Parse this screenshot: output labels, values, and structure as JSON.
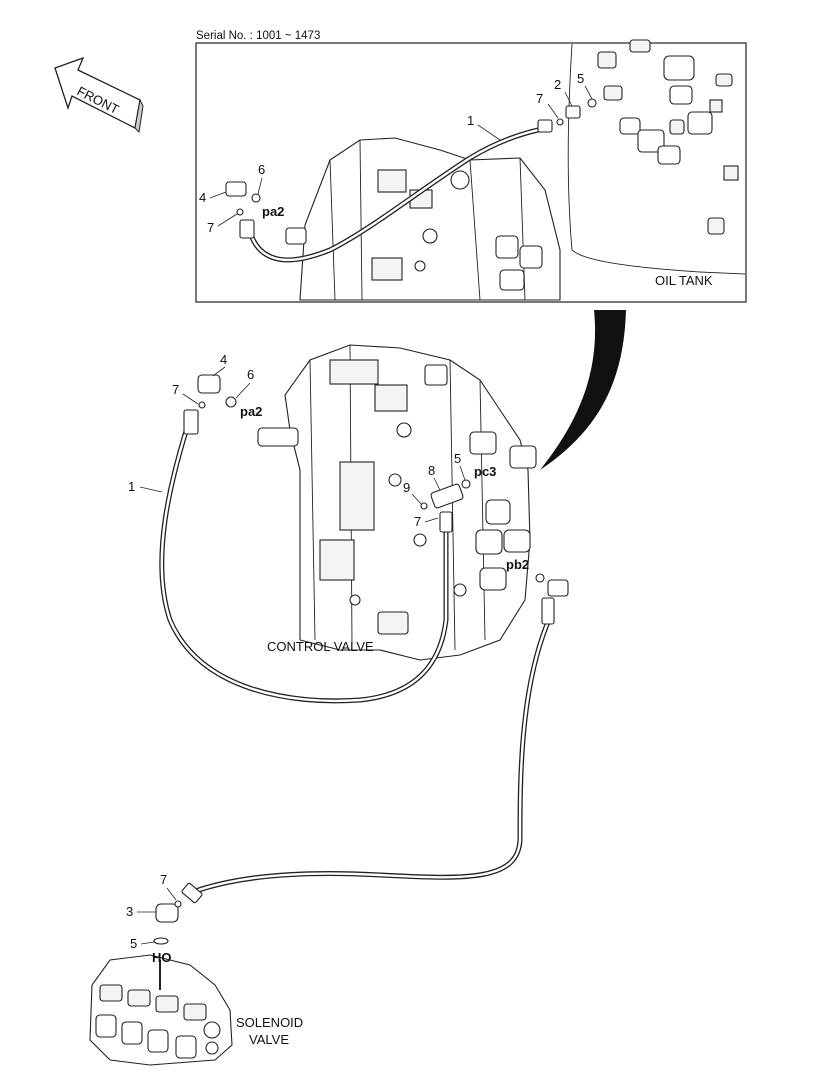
{
  "serial_text": "Serial No. : 1001 ~ 1473",
  "front_label": "FRONT",
  "captions": {
    "oil_tank": "OIL TANK",
    "control_valve": "CONTROL VALVE",
    "solenoid_line1": "SOLENOID",
    "solenoid_line2": "VALVE"
  },
  "ports": {
    "pa2_inset": "pa2",
    "pa2_main": "pa2",
    "pc3": "pc3",
    "pb2": "pb2",
    "ho": "HO"
  },
  "callouts": {
    "inset": {
      "hose": "1",
      "part2": "2",
      "part5": "5",
      "part7_top": "7",
      "part4": "4",
      "part6": "6",
      "part7_left": "7"
    },
    "main": {
      "part4": "4",
      "part7": "7",
      "part6": "6",
      "hose": "1",
      "part8": "8",
      "part5": "5",
      "part9": "9",
      "part7_b": "7"
    },
    "solenoid": {
      "part7": "7",
      "part3": "3",
      "part5": "5"
    }
  }
}
